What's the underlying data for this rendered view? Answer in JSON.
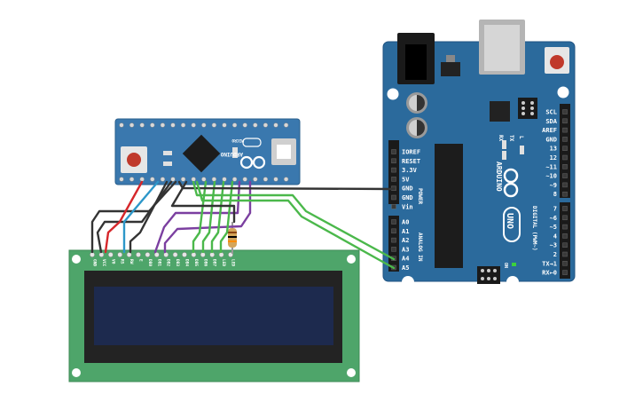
{
  "uno": {
    "power_pins": [
      "IOREF",
      "RESET",
      "3.3V",
      "5V",
      "GND",
      "GND",
      "Vin"
    ],
    "power_header": "POWER",
    "analog_pins": [
      "A0",
      "A1",
      "A2",
      "A3",
      "A4",
      "A5"
    ],
    "analog_header": "ANALOG IN",
    "digital_top_pins": [
      "SCL",
      "SDA",
      "AREF",
      "GND",
      "13",
      "12",
      "~11",
      "~10",
      "~9",
      "8"
    ],
    "digital_bottom_pins": [
      "7",
      "~6",
      "~5",
      "4",
      "~3",
      "2",
      "TX→1",
      "RX←0"
    ],
    "digital_header": "DIGITAL (PWM~)",
    "logo_text": "ARDUINO",
    "model_text": "UNO",
    "tx_label": "TX",
    "rx_label": "RX",
    "l_label": "L",
    "on_label": "ON"
  },
  "micro": {
    "logo_text": "ARDUINO",
    "model_text": "MICRO"
  },
  "lcd": {
    "pin_labels": [
      "GND",
      "VCC",
      "V0",
      "RS",
      "RW",
      "E",
      "DB0",
      "DB1",
      "DB2",
      "DB3",
      "DB4",
      "DB5",
      "DB6",
      "DB7",
      "LED",
      "LED"
    ]
  },
  "colors": {
    "uno_board": "#2b6a9c",
    "micro_board": "#3a78ae",
    "lcd_pcb": "#4ea56a",
    "lcd_screen": "#1d2a4e",
    "wire_black": "#333333",
    "wire_red": "#d6272b",
    "wire_blue": "#2d97c9",
    "wire_green": "#4bb84b",
    "wire_purple": "#7b3fa0"
  }
}
